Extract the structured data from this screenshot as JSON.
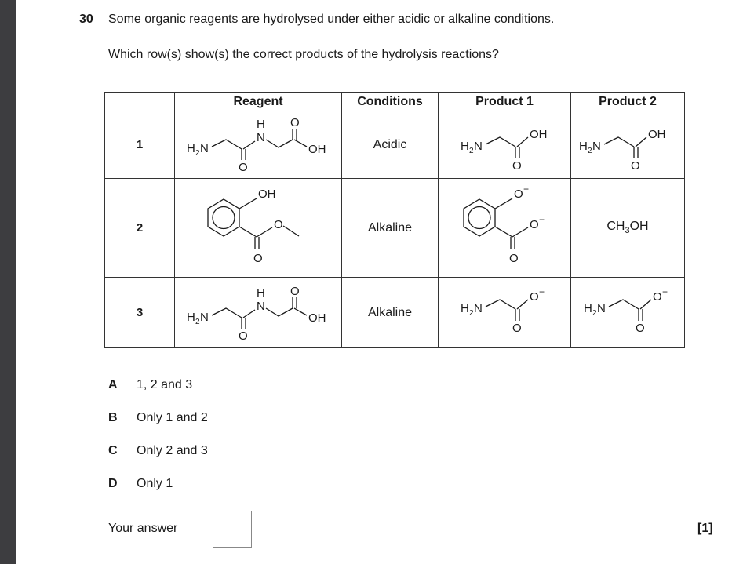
{
  "question": {
    "number": "30",
    "stem": "Some organic reagents are hydrolysed under either acidic or alkaline conditions.",
    "prompt": "Which row(s) show(s) the correct products of the hydrolysis reactions?"
  },
  "table": {
    "headers": [
      "Reagent",
      "Conditions",
      "Product 1",
      "Product 2"
    ],
    "rows": [
      {
        "num": "1",
        "conditions": "Acidic"
      },
      {
        "num": "2",
        "conditions": "Alkaline"
      },
      {
        "num": "3",
        "conditions": "Alkaline"
      }
    ]
  },
  "chem": {
    "h": "H",
    "n": "N",
    "o": "O",
    "oh": "OH",
    "om": "O",
    "minus": "−",
    "h2n_h": "H",
    "h2n_2": "2",
    "h2n_n": "N",
    "methanol_ch": "CH",
    "methanol_3": "3",
    "methanol_oh": "OH"
  },
  "options": [
    {
      "letter": "A",
      "text": "1, 2 and 3"
    },
    {
      "letter": "B",
      "text": "Only 1 and 2"
    },
    {
      "letter": "C",
      "text": "Only 2 and 3"
    },
    {
      "letter": "D",
      "text": "Only 1"
    }
  ],
  "answer_label": "Your answer",
  "marks": "[1]"
}
